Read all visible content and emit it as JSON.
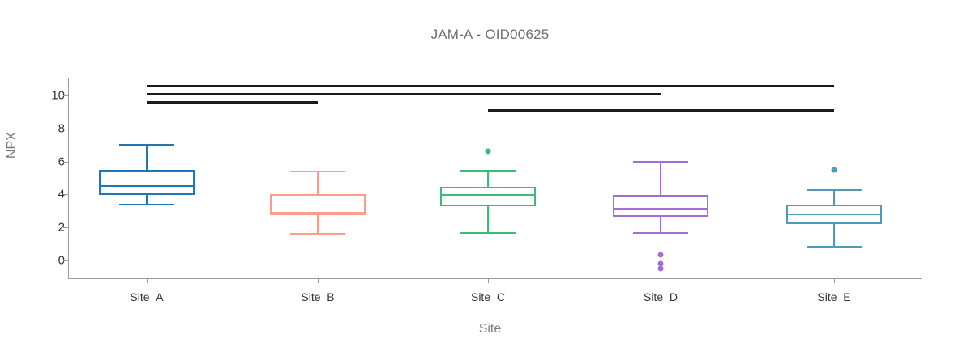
{
  "chart_data": {
    "type": "box",
    "title": "JAM-A - OID00625",
    "xlabel": "Site",
    "ylabel": "NPX",
    "categories": [
      "Site_A",
      "Site_B",
      "Site_C",
      "Site_D",
      "Site_E"
    ],
    "ytick_labels": [
      "0",
      "2",
      "4",
      "6",
      "8",
      "10"
    ],
    "ytick_values": [
      0,
      2,
      4,
      6,
      8,
      10
    ],
    "ylim": [
      -0.9,
      11.1
    ],
    "grid": false,
    "legend": null,
    "boxes": [
      {
        "category": "Site_A",
        "color": "#1f77b4",
        "lower_whisker": 3.45,
        "q1": 3.95,
        "median": 4.55,
        "q3": 5.5,
        "upper_whisker": 7.05,
        "outliers": []
      },
      {
        "category": "Site_B",
        "color": "#ff9c88",
        "lower_whisker": 1.65,
        "q1": 2.75,
        "median": 2.95,
        "q3": 4.0,
        "upper_whisker": 5.45,
        "outliers": []
      },
      {
        "category": "Site_C",
        "color": "#3dbb78",
        "lower_whisker": 1.7,
        "q1": 3.3,
        "median": 4.0,
        "q3": 4.45,
        "upper_whisker": 5.5,
        "outliers": [
          6.6
        ]
      },
      {
        "category": "Site_D",
        "color": "#a56cd4",
        "lower_whisker": 1.7,
        "q1": 2.65,
        "median": 3.2,
        "q3": 3.95,
        "upper_whisker": 6.05,
        "outliers": [
          0.35,
          -0.2,
          -0.5
        ]
      },
      {
        "category": "Site_E",
        "color": "#4e9bb9",
        "lower_whisker": 0.9,
        "q1": 2.2,
        "median": 2.85,
        "q3": 3.4,
        "upper_whisker": 4.3,
        "outliers": [
          5.5
        ]
      }
    ],
    "significance_bars": [
      {
        "from": "Site_A",
        "to": "Site_E",
        "y": 10.65
      },
      {
        "from": "Site_A",
        "to": "Site_D",
        "y": 10.15
      },
      {
        "from": "Site_A",
        "to": "Site_B",
        "y": 9.65
      },
      {
        "from": "Site_C",
        "to": "Site_E",
        "y": 9.15
      }
    ]
  }
}
